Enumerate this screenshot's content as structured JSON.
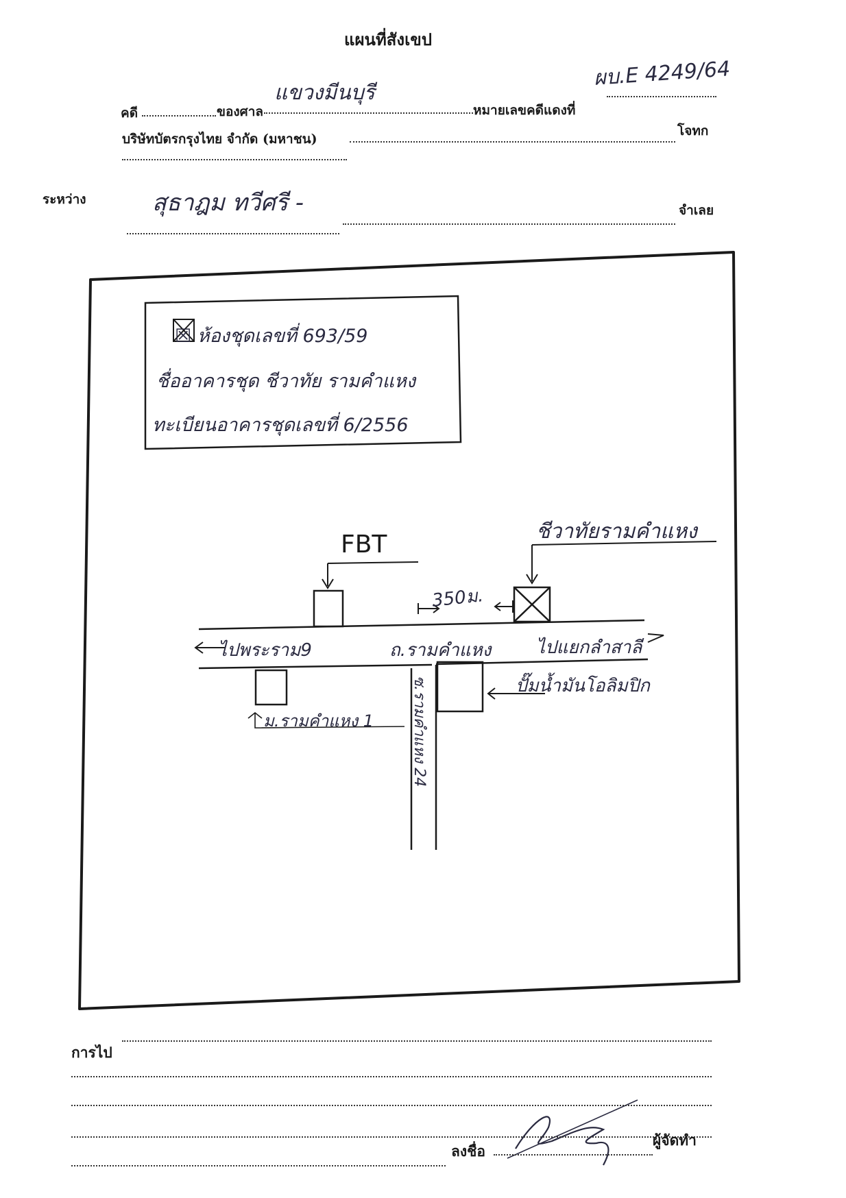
{
  "header": {
    "title": "แผนที่สังเขป",
    "case_label": "คดี",
    "court_label": "ของศาล",
    "court_name": "แขวงมีนบุรี",
    "red_case_label": "หมายเลขคดีแดงที่",
    "red_case_number": "ผบ.E 4249/64",
    "plaintiff": "บริษัทบัตรกรุงไทย จำกัด (มหาชน)",
    "plaintiff_role": "โจทก",
    "between_label": "ระหว่าง",
    "defendant": "สุธาฎม ทวีศรี -",
    "defendant_role": "จำเลย"
  },
  "map": {
    "legend_lines": [
      "☒ ห้องชุดเลขที่ 693/59",
      "ชื่ออาคารชุด ชีวาทัย รามคำแหง",
      "ทะเบียนอาคารชุดเลขที่ 6/2556"
    ],
    "fbt_label": "FBT",
    "target_label": "ชีวาทัยรามคำแหง",
    "distance_label": "350ม.",
    "road_left_label": "ไปพระราม9",
    "road_main_label": "ถ.รามคำแหง",
    "road_right_label": "ไปแยกลำสาลี",
    "right_shop_label": "ปั๊มน้ำมันโอลิมปิก",
    "university_label": "ม.รามคำแหง 1",
    "soi_label": "ซ.รามคำแหง 24"
  },
  "footer": {
    "directions_label": "การไป",
    "sign_label": "ลงชื่อ",
    "preparer_label": "ผู้จัดทำ"
  }
}
